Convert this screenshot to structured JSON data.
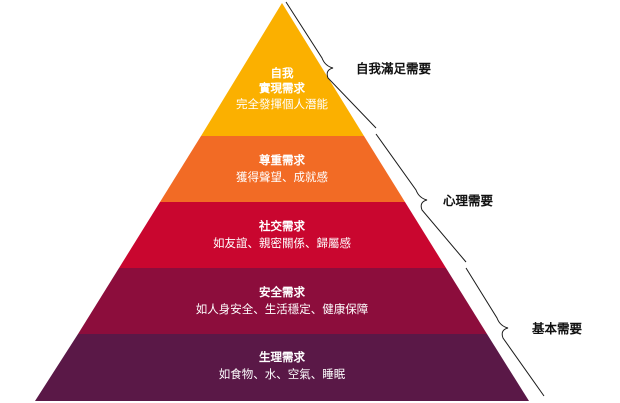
{
  "pyramid": {
    "tiers": [
      {
        "title": [
          "自我",
          "實現需求"
        ],
        "desc": "完全發揮個人潛能",
        "color": "#fbb000"
      },
      {
        "title": [
          "尊重需求"
        ],
        "desc": "獲得聲望、成就感",
        "color": "#f26b25"
      },
      {
        "title": [
          "社交需求"
        ],
        "desc": "如友誼、親密關係、歸屬感",
        "color": "#c9062f"
      },
      {
        "title": [
          "安全需求"
        ],
        "desc": "如人身安全、生活穩定、健康保障",
        "color": "#8c0d3c"
      },
      {
        "title": [
          "生理需求"
        ],
        "desc": "如食物、水、空氣、睡眠",
        "color": "#5a1847"
      }
    ]
  },
  "groups": [
    {
      "label": "自我滿足需要"
    },
    {
      "label": "心理需要"
    },
    {
      "label": "基本需要"
    }
  ]
}
